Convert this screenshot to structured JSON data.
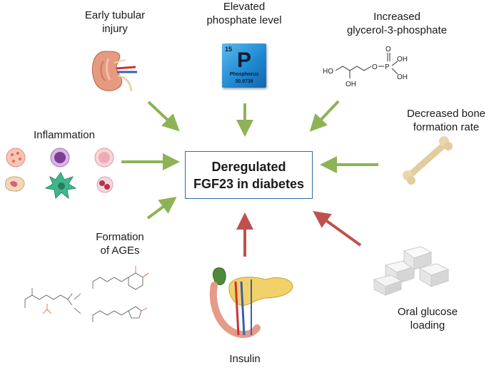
{
  "center": {
    "line1": "Deregulated",
    "line2": "FGF23 in diabetes"
  },
  "factors": {
    "early_tubular_injury": [
      "Early tubular",
      "injury"
    ],
    "elevated_phosphate": [
      "Elevated",
      "phosphate level"
    ],
    "glycerol": [
      "Increased",
      "glycerol-3-phosphate"
    ],
    "inflammation": [
      "Inflammation"
    ],
    "bone": [
      "Decreased bone",
      "formation rate"
    ],
    "ages": [
      "Formation",
      "of AGEs"
    ],
    "insulin": [
      "Insulin"
    ],
    "glucose": [
      "Oral glucose",
      "loading"
    ]
  },
  "element_tile": {
    "number": "15",
    "symbol": "P",
    "name": "Phosphorus",
    "weight": "30.9738"
  },
  "molecule_labels": {
    "ho": "HO",
    "oh1": "OH",
    "oh2": "OH",
    "oh3": "OH",
    "o_ether": "O",
    "p": "P",
    "o_double": "O"
  },
  "colors": {
    "green_arrow": "#8db356",
    "red_arrow": "#c0504d",
    "box_border": "#2d6ea8"
  }
}
